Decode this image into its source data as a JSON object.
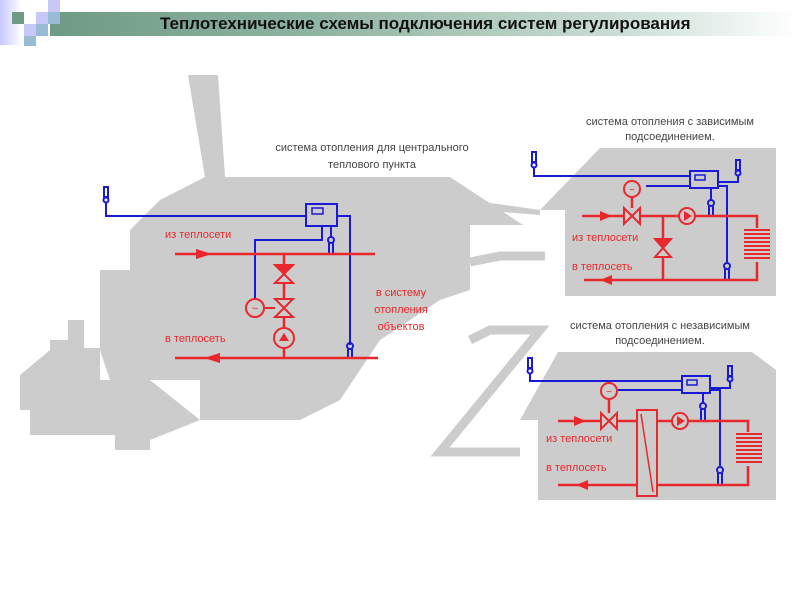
{
  "header": {
    "title": "Теплотехнические схемы подключения систем регулирования"
  },
  "colors": {
    "building": "#cccccc",
    "supply_pipe": "#e8282d",
    "control_line": "#1a1ad6",
    "title_band": "#6e9a86"
  },
  "schemes": {
    "central": {
      "caption_line1": "система отопления  для центрального",
      "caption_line2": "теплового пункта",
      "supply_label": "из теплосети",
      "return_label": "в теплосеть",
      "consumer_line1": "в систему",
      "consumer_line2": "отопления",
      "consumer_line3": "объектов"
    },
    "dependent": {
      "caption_line1": "система отопления с зависимым",
      "caption_line2": "подсоединением.",
      "supply_label": "из теплосети",
      "return_label": "в теплосеть"
    },
    "independent": {
      "caption_line1": "система отопления с независимым",
      "caption_line2": "подсоединением.",
      "supply_label": "из теплосети",
      "return_label": "в теплосеть"
    }
  }
}
